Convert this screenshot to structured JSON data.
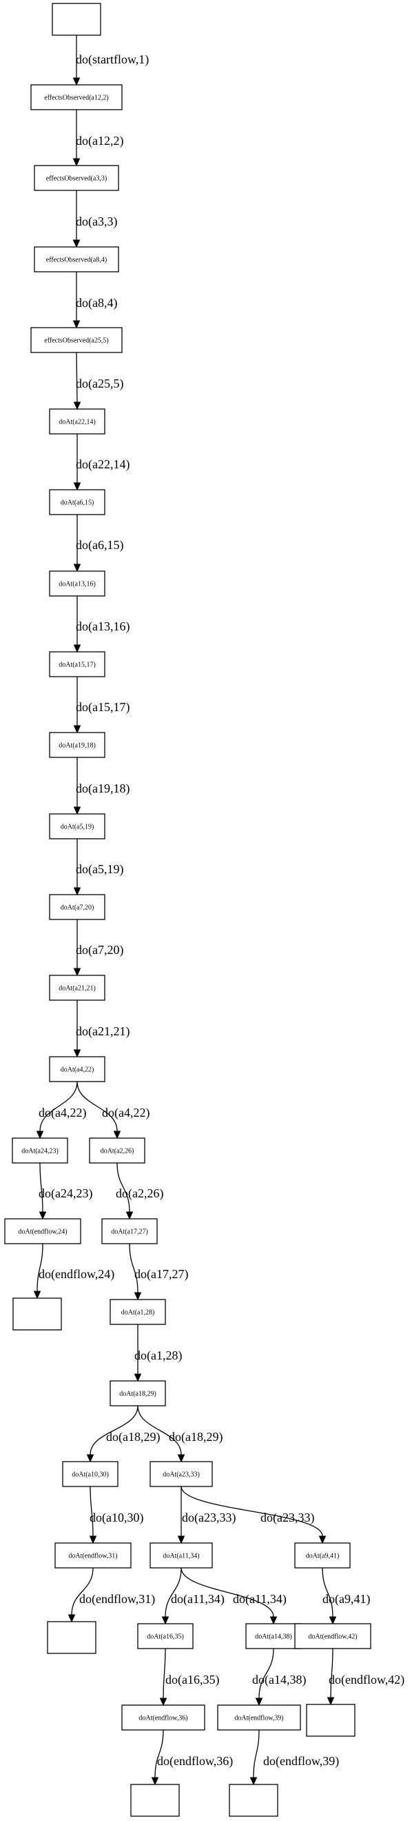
{
  "nodes": [
    {
      "id": "start",
      "label": ""
    },
    {
      "id": "n1",
      "label": "effectsObserved(a12,2)"
    },
    {
      "id": "n2",
      "label": "effectsObserved(a3,3)"
    },
    {
      "id": "n3",
      "label": "effectsObserved(a8,4)"
    },
    {
      "id": "n4",
      "label": "effectsObserved(a25,5)"
    },
    {
      "id": "n5",
      "label": "doAt(a22,14)"
    },
    {
      "id": "n6",
      "label": "doAt(a6,15)"
    },
    {
      "id": "n7",
      "label": "doAt(a13,16)"
    },
    {
      "id": "n8",
      "label": "doAt(a15,17)"
    },
    {
      "id": "n9",
      "label": "doAt(a19,18)"
    },
    {
      "id": "n10",
      "label": "doAt(a5,19)"
    },
    {
      "id": "n11",
      "label": "doAt(a7,20)"
    },
    {
      "id": "n12",
      "label": "doAt(a21,21)"
    },
    {
      "id": "n13",
      "label": "doAt(a4,22)"
    },
    {
      "id": "n14",
      "label": "doAt(a24,23)"
    },
    {
      "id": "n15",
      "label": "doAt(a2,26)"
    },
    {
      "id": "n16",
      "label": "doAt(endflow,24)"
    },
    {
      "id": "n17",
      "label": "doAt(a17,27)"
    },
    {
      "id": "e24",
      "label": ""
    },
    {
      "id": "n18",
      "label": "doAt(a1,28)"
    },
    {
      "id": "n19",
      "label": "doAt(a18,29)"
    },
    {
      "id": "n20",
      "label": "doAt(a10,30)"
    },
    {
      "id": "n21",
      "label": "doAt(a23,33)"
    },
    {
      "id": "n22",
      "label": "doAt(endflow,31)"
    },
    {
      "id": "n23",
      "label": "doAt(a11,34)"
    },
    {
      "id": "n24",
      "label": "doAt(a9,41)"
    },
    {
      "id": "e31",
      "label": ""
    },
    {
      "id": "n25",
      "label": "doAt(a16,35)"
    },
    {
      "id": "n26",
      "label": "doAt(a14,38)"
    },
    {
      "id": "n27",
      "label": "doAt(endflow,42)"
    },
    {
      "id": "n28",
      "label": "doAt(endflow,36)"
    },
    {
      "id": "n29",
      "label": "doAt(endflow,39)"
    },
    {
      "id": "e42",
      "label": ""
    },
    {
      "id": "e36",
      "label": ""
    },
    {
      "id": "e39",
      "label": ""
    }
  ],
  "edges": [
    {
      "from": "start",
      "to": "n1",
      "label": "do(startflow,1)"
    },
    {
      "from": "n1",
      "to": "n2",
      "label": "do(a12,2)"
    },
    {
      "from": "n2",
      "to": "n3",
      "label": "do(a3,3)"
    },
    {
      "from": "n3",
      "to": "n4",
      "label": "do(a8,4)"
    },
    {
      "from": "n4",
      "to": "n5",
      "label": "do(a25,5)"
    },
    {
      "from": "n5",
      "to": "n6",
      "label": "do(a22,14)"
    },
    {
      "from": "n6",
      "to": "n7",
      "label": "do(a6,15)"
    },
    {
      "from": "n7",
      "to": "n8",
      "label": "do(a13,16)"
    },
    {
      "from": "n8",
      "to": "n9",
      "label": "do(a15,17)"
    },
    {
      "from": "n9",
      "to": "n10",
      "label": "do(a19,18)"
    },
    {
      "from": "n10",
      "to": "n11",
      "label": "do(a5,19)"
    },
    {
      "from": "n11",
      "to": "n12",
      "label": "do(a7,20)"
    },
    {
      "from": "n12",
      "to": "n13",
      "label": "do(a21,21)"
    },
    {
      "from": "n13",
      "to": "n14",
      "label": "do(a4,22)"
    },
    {
      "from": "n13",
      "to": "n15",
      "label": "do(a4,22)"
    },
    {
      "from": "n14",
      "to": "n16",
      "label": "do(a24,23)"
    },
    {
      "from": "n15",
      "to": "n17",
      "label": "do(a2,26)"
    },
    {
      "from": "n16",
      "to": "e24",
      "label": "do(endflow,24)"
    },
    {
      "from": "n17",
      "to": "n18",
      "label": "do(a17,27)"
    },
    {
      "from": "n18",
      "to": "n19",
      "label": "do(a1,28)"
    },
    {
      "from": "n19",
      "to": "n20",
      "label": "do(a18,29)"
    },
    {
      "from": "n19",
      "to": "n21",
      "label": "do(a18,29)"
    },
    {
      "from": "n20",
      "to": "n22",
      "label": "do(a10,30)"
    },
    {
      "from": "n21",
      "to": "n23",
      "label": "do(a23,33)"
    },
    {
      "from": "n21",
      "to": "n24",
      "label": "do(a23,33)"
    },
    {
      "from": "n22",
      "to": "e31",
      "label": "do(endflow,31)"
    },
    {
      "from": "n23",
      "to": "n25",
      "label": "do(a11,34)"
    },
    {
      "from": "n23",
      "to": "n26",
      "label": "do(a11,34)"
    },
    {
      "from": "n24",
      "to": "n27",
      "label": "do(a9,41)"
    },
    {
      "from": "n25",
      "to": "n28",
      "label": "do(a16,35)"
    },
    {
      "from": "n26",
      "to": "n29",
      "label": "do(a14,38)"
    },
    {
      "from": "n27",
      "to": "e42",
      "label": "do(endflow,42)"
    },
    {
      "from": "n28",
      "to": "e36",
      "label": "do(endflow,36)"
    },
    {
      "from": "n29",
      "to": "e39",
      "label": "do(endflow,39)"
    }
  ]
}
